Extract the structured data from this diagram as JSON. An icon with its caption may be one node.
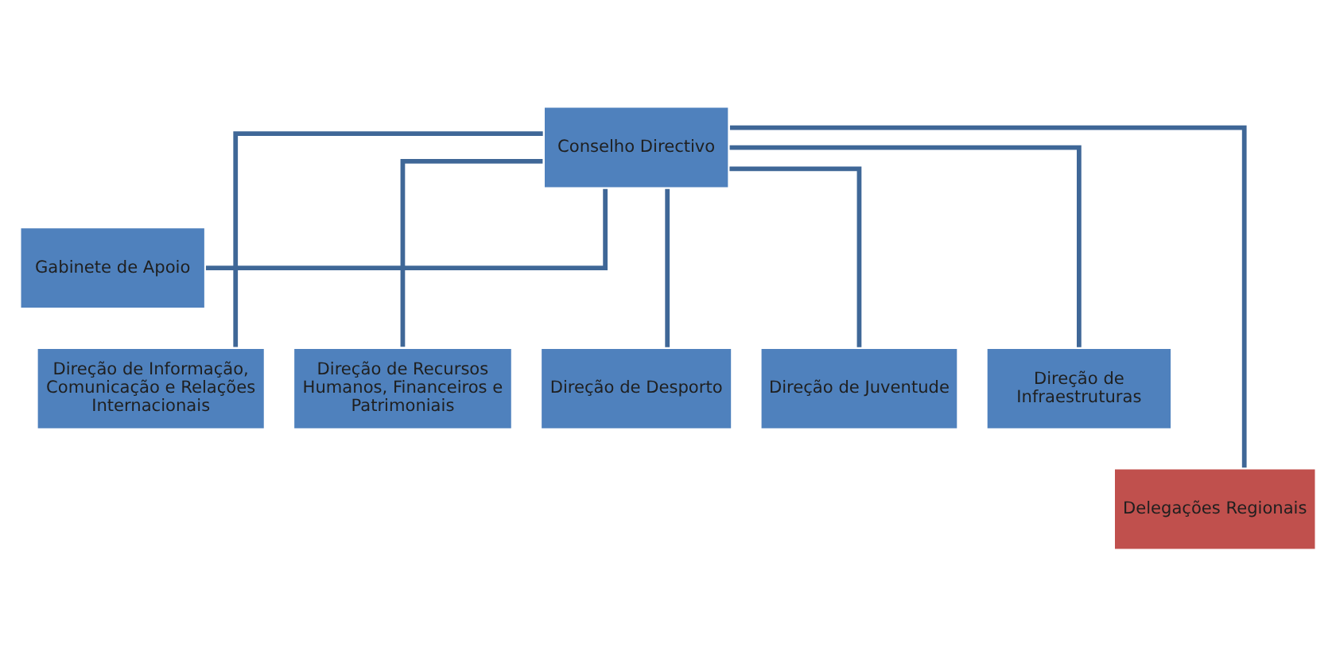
{
  "diagram": {
    "nodes": [
      {
        "text": [
          "Conselho Directivo"
        ]
      },
      {
        "text": [
          "Gabinete de Apoio"
        ]
      },
      {
        "text": [
          "Direção de Informação, Comunicação e Relações Internacionais"
        ]
      },
      {
        "text": [
          "Direção de Recursos Humanos, Financeiros e Patrimoniais"
        ]
      },
      {
        "text": [
          "Direção de Desporto"
        ]
      },
      {
        "text": [
          "Direção de Juventude"
        ]
      },
      {
        "text": [
          "Direção de Infraestruturas"
        ]
      },
      {
        "text": [
          "Delegações Regionais"
        ]
      }
    ],
    "edges": [
      {
        "from": 0,
        "to": 1,
        "arrow": "none"
      },
      {
        "from": 0,
        "to": 2,
        "arrow": "none"
      },
      {
        "from": 0,
        "to": 3,
        "arrow": "none"
      },
      {
        "from": 0,
        "to": 4,
        "arrow": "none"
      },
      {
        "from": 0,
        "to": 5,
        "arrow": "none"
      },
      {
        "from": 0,
        "to": 6,
        "arrow": "none"
      },
      {
        "from": 0,
        "to": 7,
        "arrow": "none"
      }
    ]
  }
}
